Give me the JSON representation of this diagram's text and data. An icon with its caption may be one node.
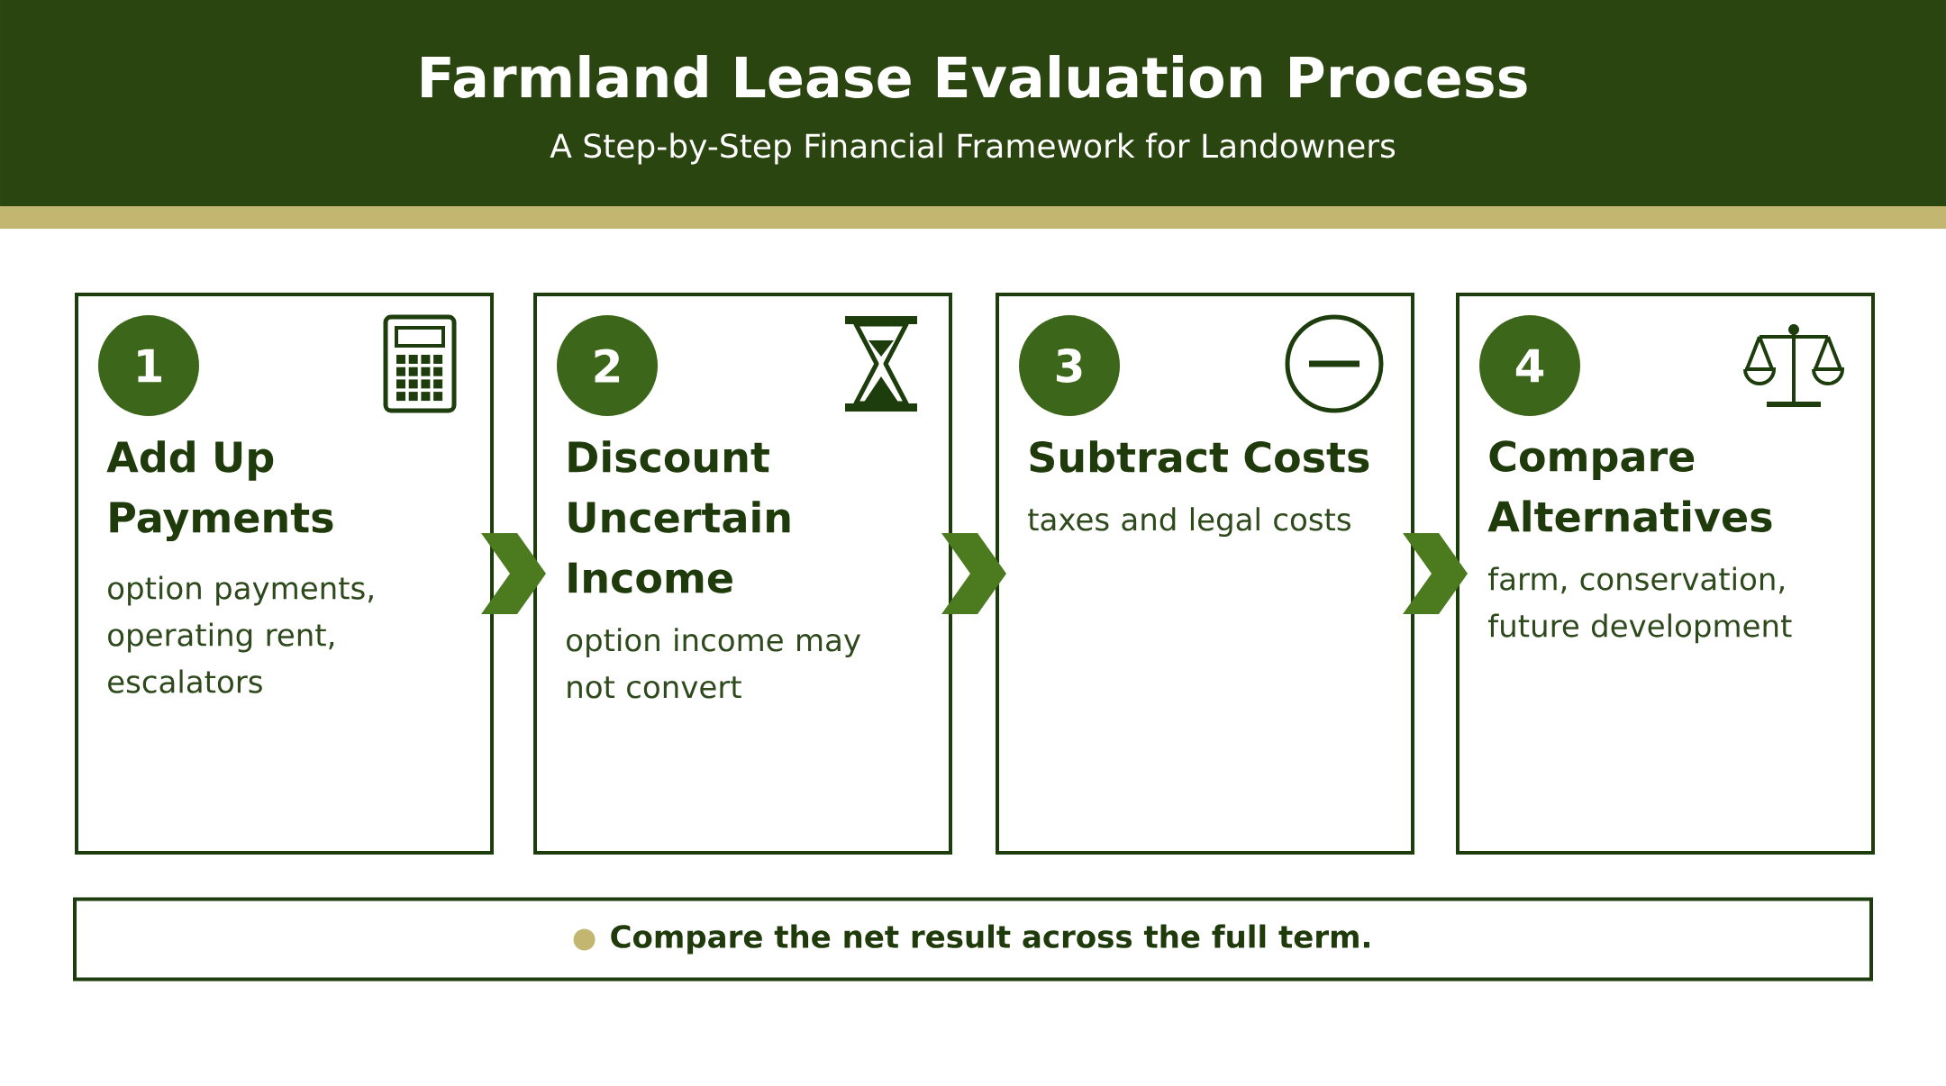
{
  "diagram": {
    "title": "Farmland Lease Evaluation Process",
    "nodes": [
      {
        "text": [
          "Add Up Payments",
          "option payments, operating rent, escalators"
        ]
      },
      {
        "text": [
          "1"
        ],
        "in": 0
      },
      {
        "text": [
          "Discount Uncertain Income",
          "option income may not convert"
        ]
      },
      {
        "text": [
          "2"
        ],
        "in": 2
      },
      {
        "text": [
          "Subtract Costs",
          "taxes and legal costs"
        ]
      },
      {
        "text": [
          "3"
        ],
        "in": 4
      },
      {
        "text": [
          "Compare Alternatives",
          "farm, conservation, future development"
        ]
      },
      {
        "text": [
          "4"
        ],
        "in": 6
      },
      {
        "text": [
          "Compare the net result across the full term."
        ]
      }
    ],
    "edges": [
      {
        "from": 0,
        "to": 2,
        "arrow": "to"
      },
      {
        "from": 2,
        "to": 4,
        "arrow": "to"
      },
      {
        "from": 4,
        "to": 6,
        "arrow": "to"
      }
    ],
    "labels": [
      "A Step-by-Step Financial Framework for Landowners"
    ]
  }
}
